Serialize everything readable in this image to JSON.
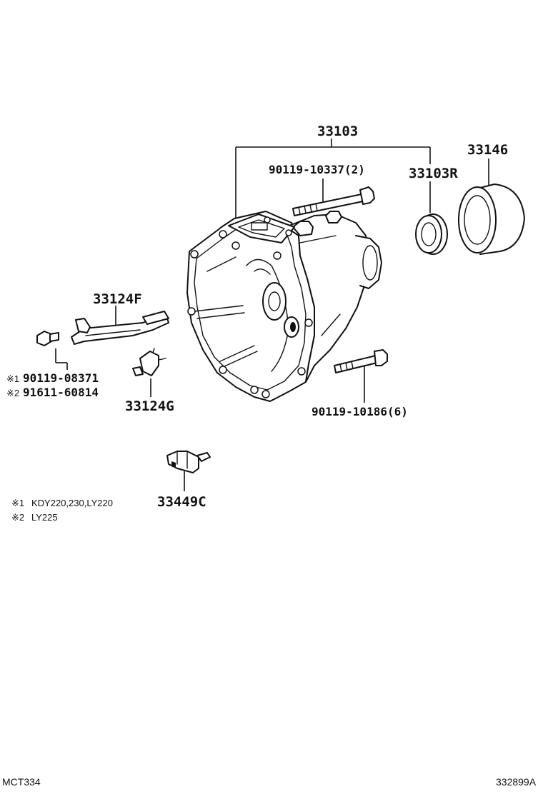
{
  "parts": {
    "housing": "33103",
    "bolt_upper": "90119-10337(2)",
    "seal": "33103R",
    "sleeve": "33146",
    "fork": "33124F",
    "bolt_left_1": "90119-08371",
    "bolt_left_2": "91611-60814",
    "clip": "33124G",
    "bolt_lower": "90119-10186(6)",
    "bracket": "33449C"
  },
  "markers": {
    "m1": "※1",
    "m2": "※2"
  },
  "notes": {
    "n1": "KDY220,230,LY220",
    "n2": "LY225"
  },
  "codes": {
    "left": "MCT334",
    "right": "332899A"
  }
}
